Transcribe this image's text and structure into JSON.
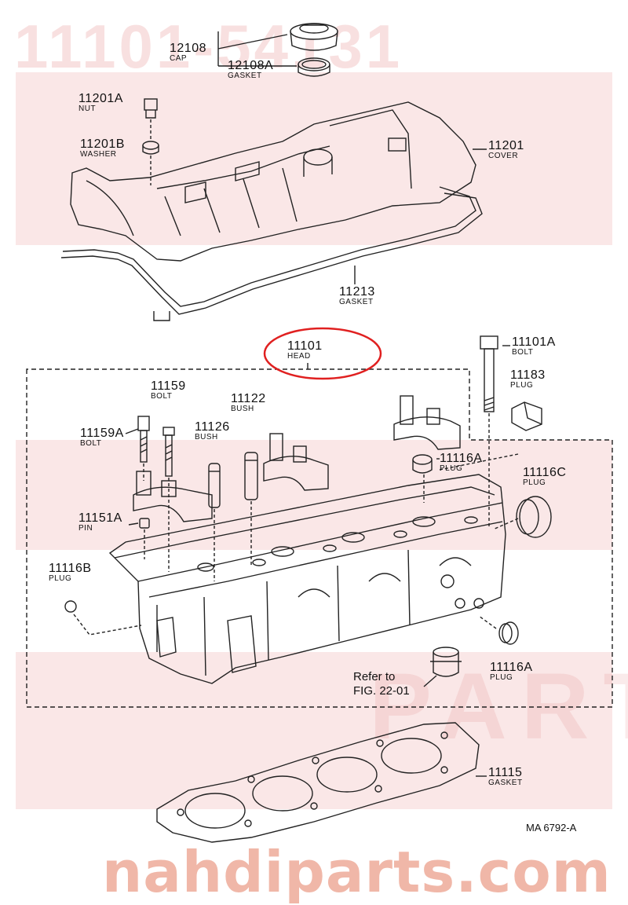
{
  "watermark": {
    "part_number": "11101-54131",
    "site": "nahdiparts.com",
    "parts_word": "PARTS"
  },
  "colors": {
    "watermark_red": "#d64545",
    "highlight_circle": "#e02020",
    "line": "#222222"
  },
  "parts": {
    "cap": {
      "number": "12108",
      "name": "CAP"
    },
    "cap_gasket": {
      "number": "12108A",
      "name": "GASKET"
    },
    "nut": {
      "number": "11201A",
      "name": "NUT"
    },
    "washer": {
      "number": "11201B",
      "name": "WASHER"
    },
    "cover": {
      "number": "11201",
      "name": "COVER"
    },
    "cover_gasket": {
      "number": "11213",
      "name": "GASKET"
    },
    "head": {
      "number": "11101",
      "name": "HEAD"
    },
    "head_bolt": {
      "number": "11101A",
      "name": "BOLT"
    },
    "plug_11183": {
      "number": "11183",
      "name": "PLUG"
    },
    "bolt_11159": {
      "number": "11159",
      "name": "BOLT"
    },
    "bush_11122": {
      "number": "11122",
      "name": "BUSH"
    },
    "bush_11126": {
      "number": "11126",
      "name": "BUSH"
    },
    "bolt_11159a": {
      "number": "11159A",
      "name": "BOLT"
    },
    "plug_11116a_top": {
      "number": "11116A",
      "name": "PLUG"
    },
    "plug_11116c": {
      "number": "11116C",
      "name": "PLUG"
    },
    "pin_11151a": {
      "number": "11151A",
      "name": "PIN"
    },
    "plug_11116b": {
      "number": "11116B",
      "name": "PLUG"
    },
    "plug_11116a_bottom": {
      "number": "11116A",
      "name": "PLUG"
    },
    "head_gasket": {
      "number": "11115",
      "name": "GASKET"
    }
  },
  "reference": {
    "line1": "Refer to",
    "line2": "FIG. 22-01"
  },
  "figure_code": "MA 6792-A"
}
